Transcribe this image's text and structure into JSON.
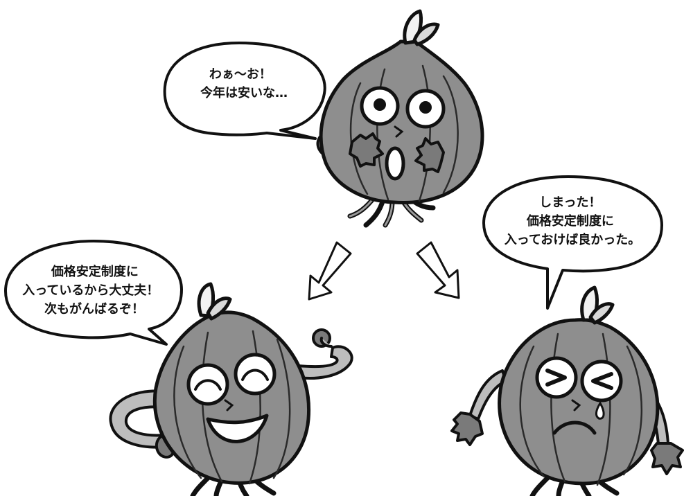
{
  "bubbles": {
    "top": {
      "lines": [
        "わぁ〜お！",
        "今年は安いな…"
      ]
    },
    "left": {
      "lines": [
        "価格安定制度に",
        "入っているから大丈夫！",
        "次もがんばるぞ！"
      ]
    },
    "right": {
      "lines": [
        "しまった！",
        "価格安定制度に",
        "入っておけば良かった。"
      ]
    }
  }
}
